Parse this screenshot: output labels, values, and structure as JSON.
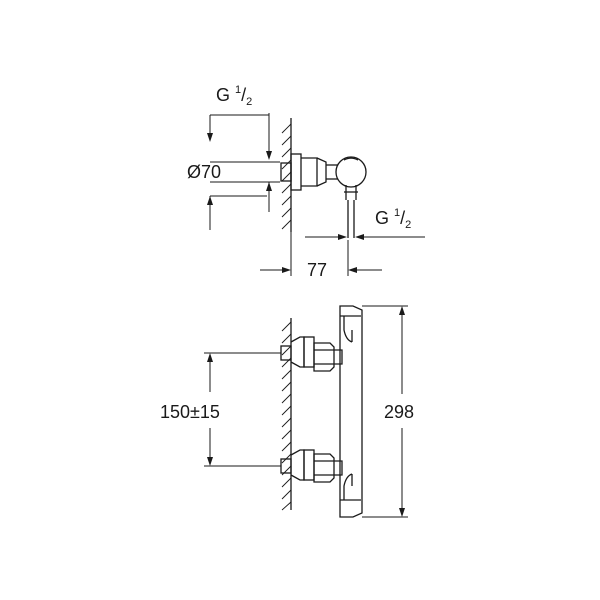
{
  "top_view": {
    "inlet_thread": {
      "prefix": "G ",
      "num": "1",
      "slash": "/",
      "den": "2"
    },
    "inlet_diameter": "Ø70",
    "outlet_thread": {
      "prefix": "G ",
      "num": "1",
      "slash": "/",
      "den": "2"
    },
    "depth": "77"
  },
  "front_view": {
    "connection_spacing": "150±15",
    "height": "298"
  }
}
